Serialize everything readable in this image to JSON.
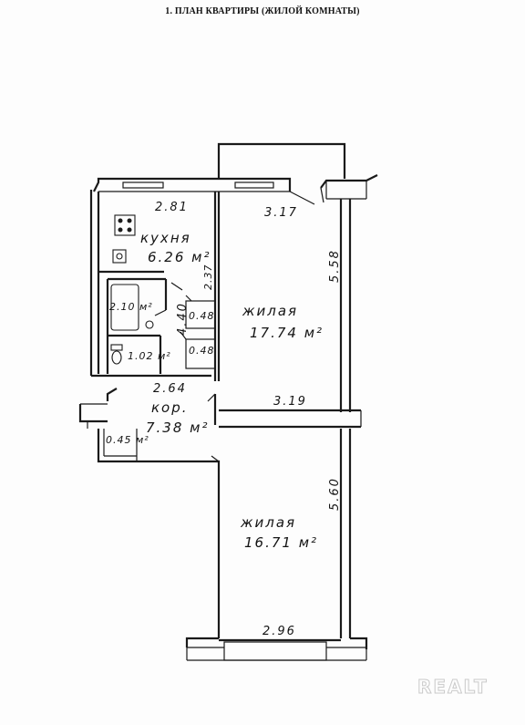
{
  "title": "1. ПЛАН КВАРТИРЫ (ЖИЛОЙ КОМНАТЫ)",
  "rooms": {
    "kitchen": {
      "name": "кухня",
      "area": "6.26 м²",
      "width": "2.81",
      "depth": "2.37"
    },
    "living1": {
      "name": "жилая",
      "area": "17.74 м²",
      "width": "3.17",
      "depth": "5.58"
    },
    "living2": {
      "name": "жилая",
      "area": "16.71 м²",
      "width": "2.96",
      "depth": "5.60"
    },
    "bathroom": {
      "area": "2.10 м²"
    },
    "toilet": {
      "area": "1.02 м²"
    },
    "closet1": {
      "area": "0.48"
    },
    "closet2": {
      "area": "0.48"
    },
    "hall_passage": {
      "dim": "4.40"
    },
    "corridor": {
      "name": "кор.",
      "area": "7.38 м²",
      "width": "2.64"
    },
    "entry_closet": {
      "area": "0.45 м²"
    }
  },
  "partition_dim": "3.19",
  "watermark": "REALT"
}
